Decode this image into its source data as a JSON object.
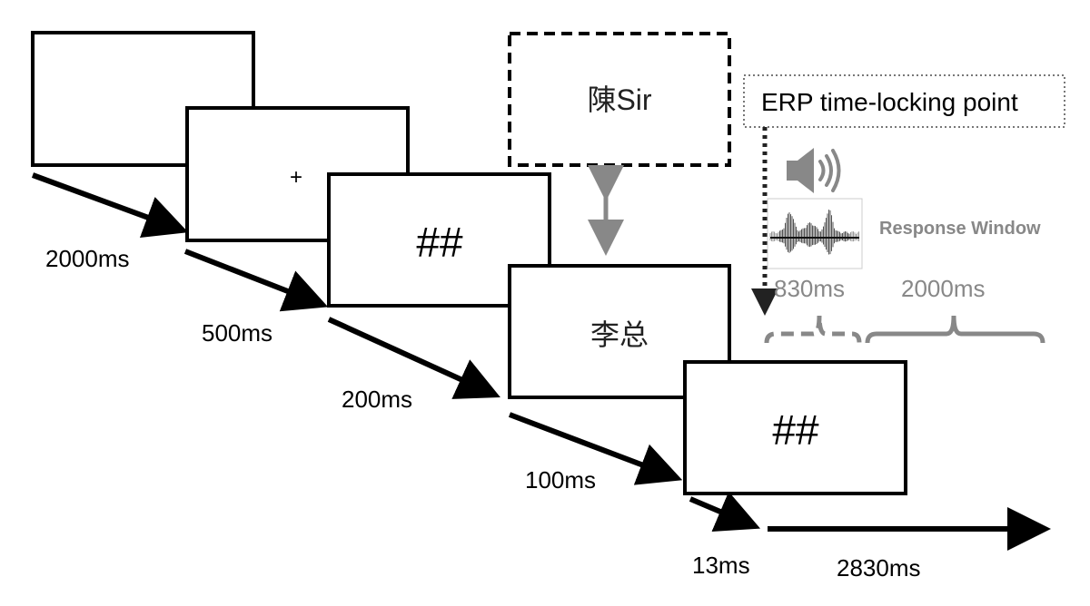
{
  "frames": {
    "fixation": "+",
    "mask1": "##",
    "prime": "陳Sir",
    "target": "李总",
    "mask2": "##"
  },
  "durations": {
    "blank": "2000ms",
    "fixation": "500ms",
    "mask1": "200ms",
    "target": "100ms",
    "mask2": "13ms",
    "sound": "2830ms"
  },
  "erp": {
    "label": "ERP time-locking point",
    "response_window": "Response Window",
    "audio_duration": "830ms",
    "window_duration": "2000ms"
  },
  "icons": {
    "speaker": "speaker-icon",
    "waveform": "waveform-icon"
  },
  "colors": {
    "ink": "#000000",
    "grey": "#888888"
  }
}
